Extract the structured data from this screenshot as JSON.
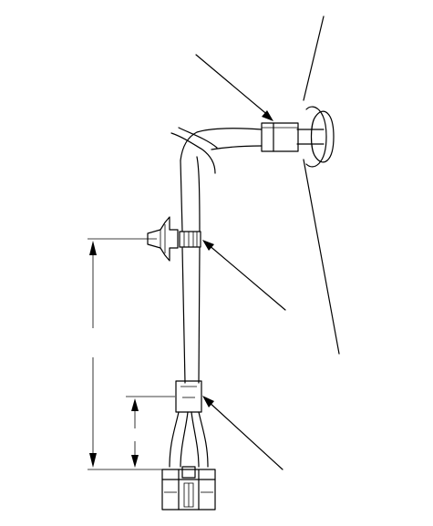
{
  "diagram": {
    "kind": "wire-harness-installation-drawing",
    "text_labels": [],
    "callouts": [
      {
        "id": "connector-top",
        "pointer": "leader-arrow"
      },
      {
        "id": "clip-middle",
        "pointer": "leader-arrow"
      },
      {
        "id": "connector-bottom",
        "pointer": "leader-arrow"
      }
    ],
    "dimensions": [
      {
        "id": "long-span",
        "style": "arrow-both-ends"
      },
      {
        "id": "short-span",
        "style": "arrow-both-ends"
      }
    ],
    "line_color": "#000000",
    "background": "#ffffff"
  }
}
